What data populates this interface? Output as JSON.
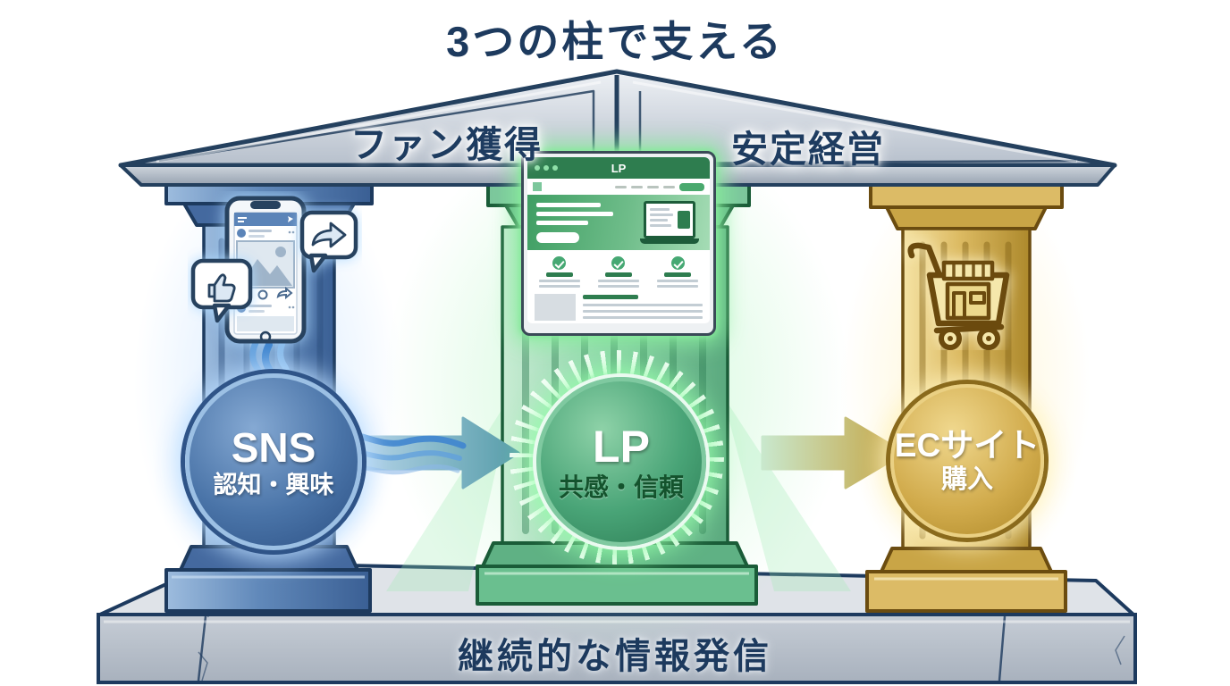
{
  "title": "3つの柱で支える",
  "roof": {
    "left_label": "ファン獲得",
    "right_label": "安定経営"
  },
  "pillars": [
    {
      "id": "sns",
      "circle_title": "SNS",
      "circle_subtitle": "認知・興味",
      "color": "#4a74a8",
      "icon": "smartphone-social-feed-icon"
    },
    {
      "id": "lp",
      "circle_title": "LP",
      "circle_subtitle": "共感・信頼",
      "color": "#2f8057",
      "icon": "landing-page-browser-icon",
      "window_title": "LP"
    },
    {
      "id": "ec",
      "circle_title": "ECサイト",
      "circle_subtitle": "購入",
      "color": "#c5a23e",
      "icon": "shopping-cart-storefront-icon"
    }
  ],
  "base": {
    "label": "継続的な情報発信"
  },
  "colors": {
    "title_text": "#1d3a5e",
    "roof_fill": "#c9d1da",
    "platform_fill": "#b9c1cb",
    "sns_blue": "#4a74a8",
    "lp_green": "#2f8057",
    "ec_gold": "#c5a23e",
    "arrow_sns_to_lp_teal": "#5b9fab",
    "arrow_lp_to_ec_gold": "#c5a23e",
    "glow_green": "#8ef5a0",
    "glow_blue": "#aad7ff",
    "glow_gold": "#ffeeaa"
  }
}
